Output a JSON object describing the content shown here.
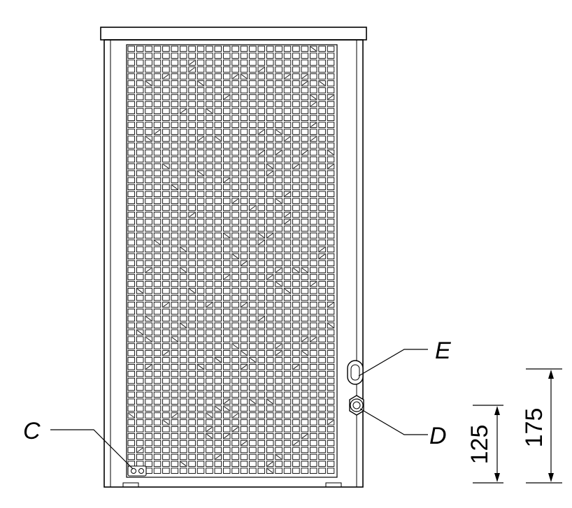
{
  "labels": {
    "c": "C",
    "d": "D",
    "e": "E"
  },
  "dimensions": {
    "inner": "125",
    "outer": "175"
  }
}
